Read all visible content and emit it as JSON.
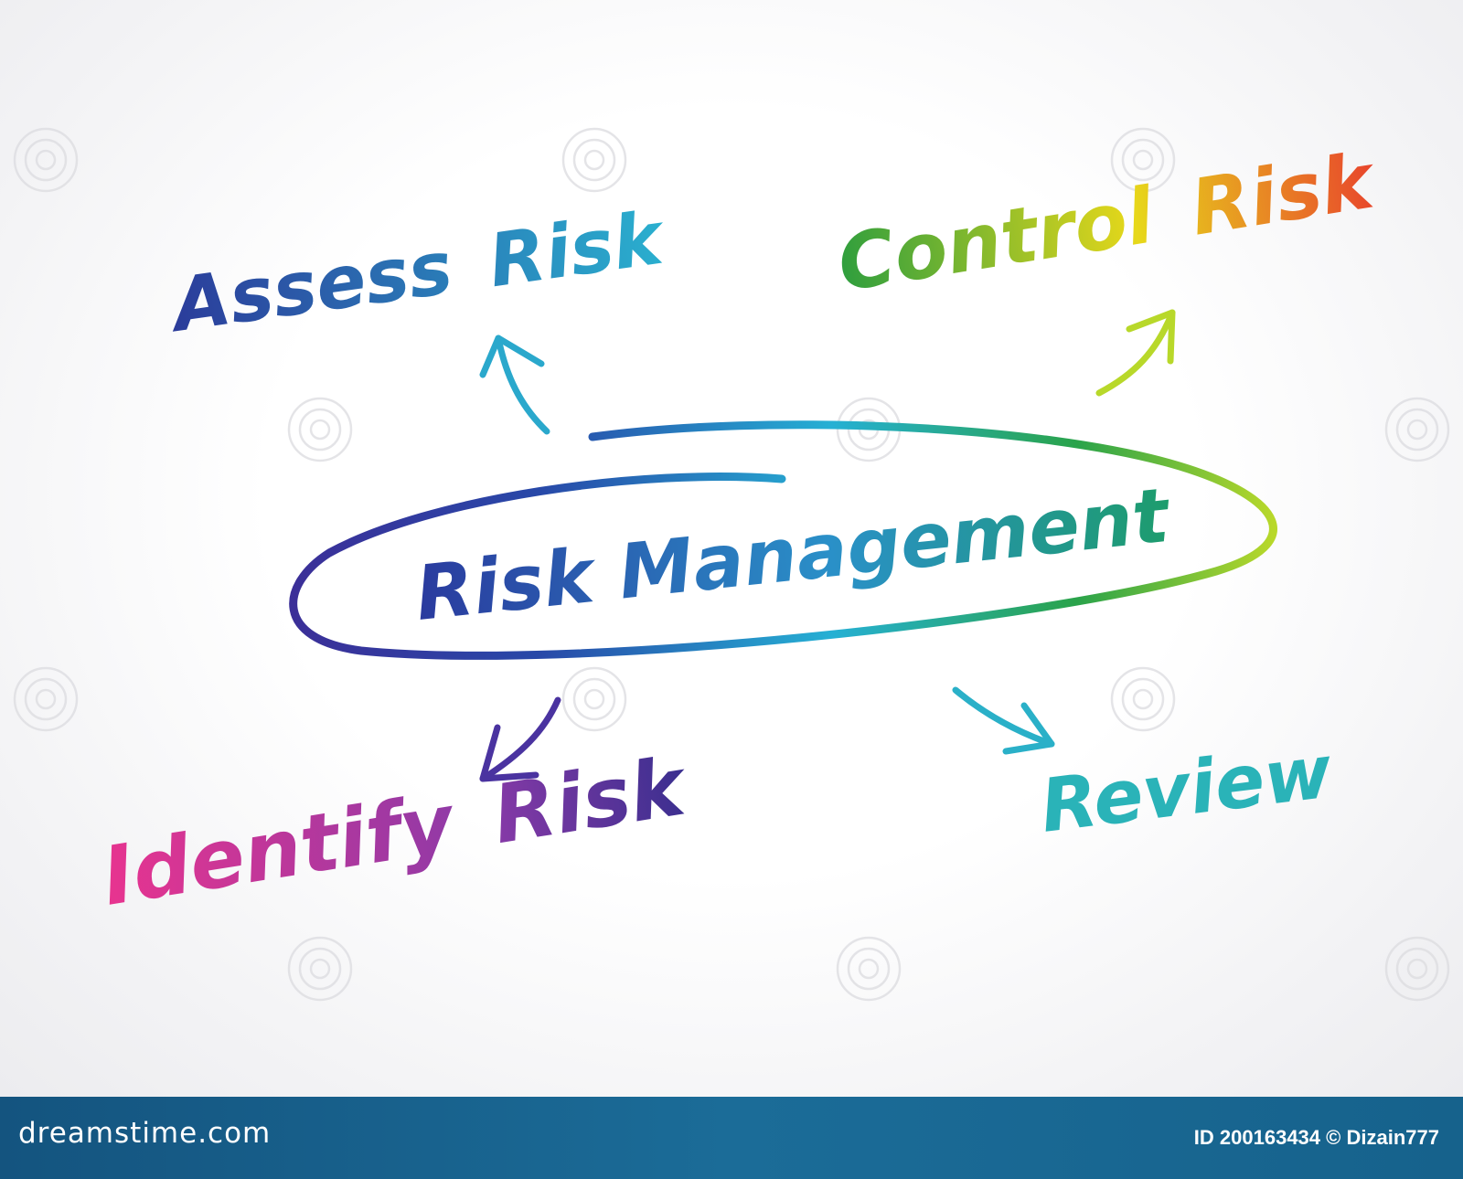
{
  "diagram": {
    "center": {
      "label": "Risk Management"
    },
    "nodes": {
      "assess": {
        "word1": "Assess",
        "word2": "Risk"
      },
      "control": {
        "word1": "Control",
        "word2": "Risk"
      },
      "identify": {
        "word1": "Identify",
        "word2": "Risk"
      },
      "review": {
        "label": "Review"
      }
    },
    "colors": {
      "assess_start": "#2b3b9a",
      "assess_end": "#2ab0cf",
      "control_start": "#2e9e3e",
      "control_mid": "#e7d81a",
      "control_end": "#e8442c",
      "identify_start": "#e8348f",
      "identify_mid": "#8a3aa8",
      "identify_end": "#3a2f8f",
      "review": "#2ab4b8",
      "center": "#2a3fa0"
    }
  },
  "footer": {
    "brand": "dreamstime.com",
    "id_label": "ID",
    "id_value": "200163434",
    "copyright": "©",
    "author": "Dizain777"
  }
}
